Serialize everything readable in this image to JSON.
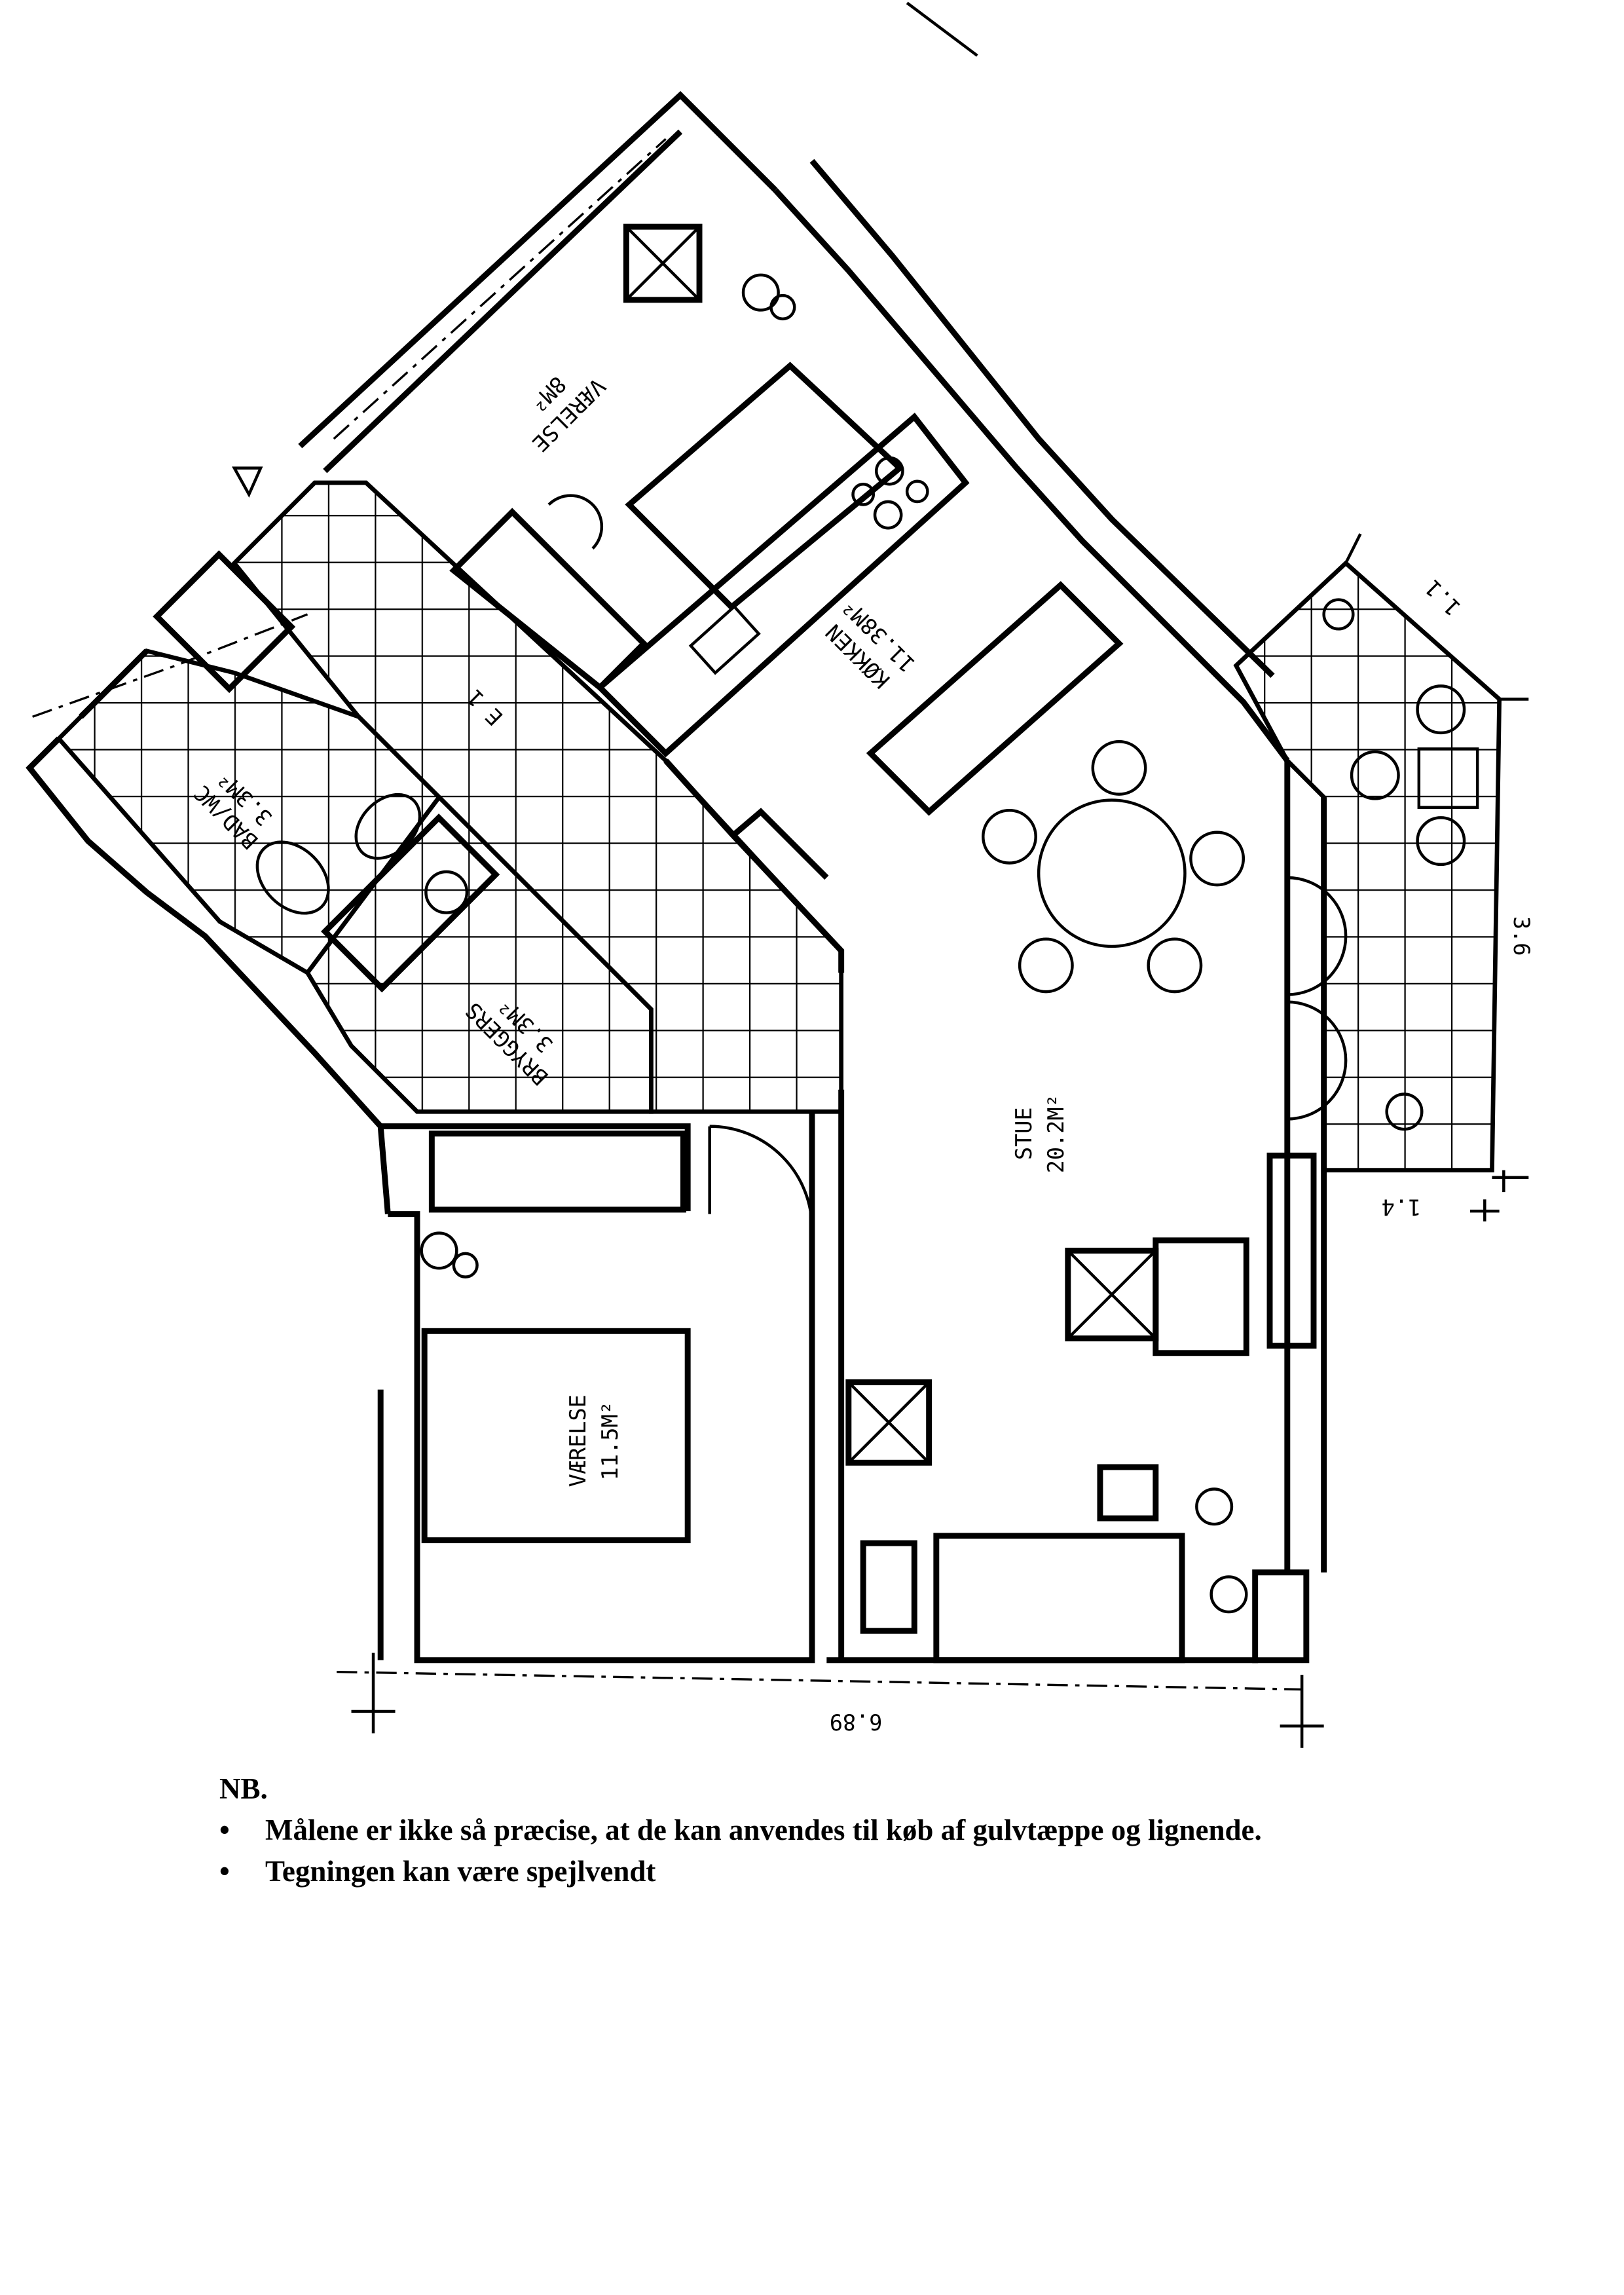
{
  "rooms": {
    "bedroom_top": {
      "name": "VÆRELSE",
      "area": "8M²"
    },
    "kitchen": {
      "name": "KØKKEN",
      "area": "11.38M²"
    },
    "living": {
      "name": "STUE",
      "area": "20.2M²"
    },
    "bedroom_bottom": {
      "name": "VÆRELSE",
      "area": "11.5M²"
    },
    "bathroom": {
      "name": "BAD/WC",
      "area": "3.3M²"
    },
    "utility": {
      "name": "BRYGGERS",
      "area": "3.3M²"
    },
    "hall": {
      "name": "E 1"
    }
  },
  "dimensions": {
    "width_bottom": "6.89",
    "balcony_length": "3.6",
    "balcony_width": "1.4",
    "balcony_corner": "1.1"
  },
  "notes": {
    "heading": "NB.",
    "bullets": [
      "Målene er ikke så præcise, at de kan anvendes til køb af gulvtæppe og lignende.",
      "Tegningen kan være spejlvendt"
    ]
  }
}
